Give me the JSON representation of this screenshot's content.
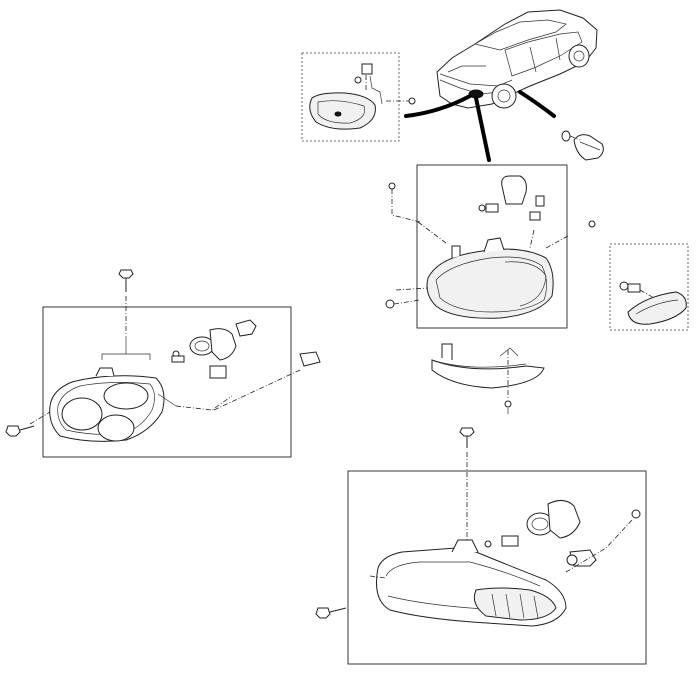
{
  "diagram": {
    "kind": "exploded-parts-view",
    "groups": [
      {
        "id": "fog-lamp",
        "style": "dashed-box"
      },
      {
        "id": "side-repeater",
        "style": "dashed-box"
      },
      {
        "id": "front-headlamp-assembly",
        "style": "solid-box"
      },
      {
        "id": "headlamp-assembly-left",
        "style": "solid-box"
      },
      {
        "id": "headlamp-assembly-lower",
        "style": "solid-box"
      }
    ],
    "colors": {
      "line": "#222222",
      "background": "#ffffff",
      "lens_fill": "#f1f1f1"
    }
  }
}
